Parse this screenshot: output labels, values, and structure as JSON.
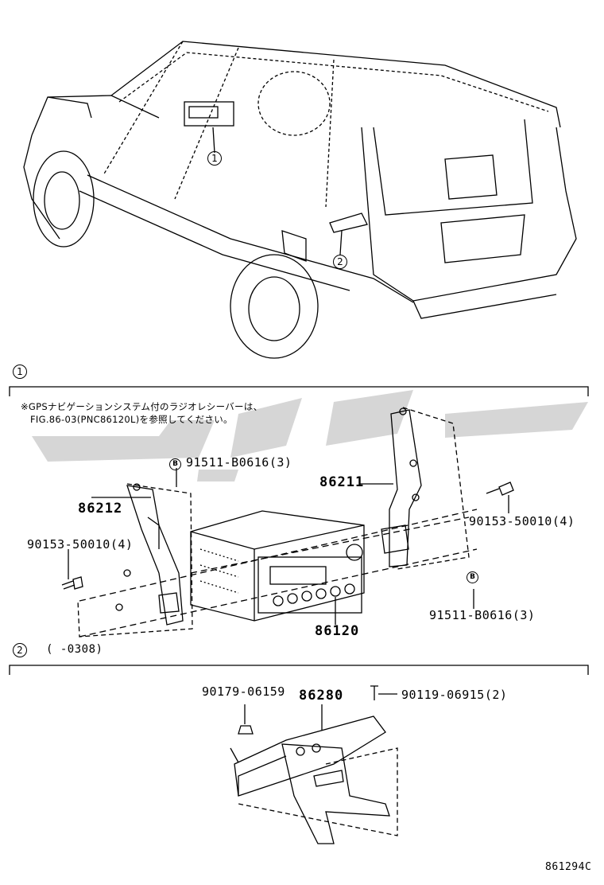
{
  "callouts": {
    "c1": "1",
    "c2": "2",
    "b": "B"
  },
  "section1": {
    "note_line1": "※GPSナビゲーションシステム付のラジオレシーバーは、",
    "note_line2": "FIG.86-03(PNC86120L)を参照してください。"
  },
  "section2": {
    "range_label": "(      -0308)"
  },
  "parts": {
    "p91511_top": "91511-B0616(3)",
    "p86211": "86211",
    "p86212": "86212",
    "p90153_right": "90153-50010(4)",
    "p90153_left": "90153-50010(4)",
    "p91511_bottom": "91511-B0616(3)",
    "p86120": "86120",
    "p90179": "90179-06159",
    "p86280": "86280",
    "p90119": "90119-06915(2)"
  },
  "figure_code": "861294C",
  "colors": {
    "line": "#000000",
    "watermark": "#d6d6d6"
  }
}
